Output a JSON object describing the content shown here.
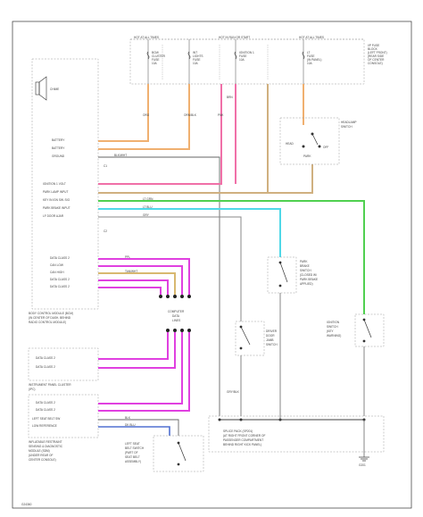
{
  "header": {
    "hot_at_all_times": "HOT AT ALL TIMES",
    "hot_in_run_start": "HOT IN RUN OR START",
    "hot_at_all_times_2": "HOT AT ALL TIMES"
  },
  "fuse_block": [
    "I/P FUSE",
    "BLOCK",
    "(LEFT FRONT)",
    "(REAR SIDE",
    "OF CENTER",
    "CONSOLE)"
  ],
  "fuses": [
    {
      "lines": [
        "BCM/",
        "CLUSTER",
        "FUSE",
        "10A"
      ]
    },
    {
      "lines": [
        "INT",
        "LIGHTS",
        "FUSE",
        "10A"
      ]
    },
    {
      "lines": [
        "IGNITION 1",
        "FUSE",
        "10A"
      ]
    },
    {
      "lines": [
        "LT",
        "FUSE",
        "(IN PANEL)",
        "10A"
      ]
    }
  ],
  "bcm": {
    "chime": "CHIME",
    "inputs": [
      "BATTERY",
      "BATTERY",
      "GROUND",
      "IGNITION 1 VOLT",
      "PARK LAMP INPUT",
      "KEY IN IGN SW. SIG",
      "PARK BRAKE INPUT",
      "LF DOOR AJAR",
      "DATA CLASS 2",
      "CAN LOW",
      "CAN HIGH",
      "DATA CLASS 2",
      "DATA CLASS 2"
    ],
    "name": [
      "BODY CONTROL MODULE (BCM)",
      "(IN CENTER OF DASH, BEHIND",
      "RADIO CONTROL MODULE)"
    ],
    "connectors": [
      "C1",
      "C2"
    ]
  },
  "ipc": {
    "inputs": [
      "DATA CLASS 2",
      "DATA CLASS 2"
    ],
    "name": [
      "INSTRUMENT PANEL CLUSTER",
      "(IPC)"
    ]
  },
  "sdm": {
    "inputs": [
      "DATA CLASS 2",
      "DATA CLASS 2",
      "LEFT SEAT BELT SW",
      "LOW REFERENCE"
    ],
    "name": [
      "INFLATABLE RESTRAINT",
      "SENSING & DIAGNOSTIC",
      "MODULE (SDM)",
      "(UNDER REAR OF",
      "CENTER CONSOLE)"
    ]
  },
  "headlamp_switch": {
    "name": [
      "HEADLAMP",
      "SWITCH"
    ],
    "positions": [
      "HEAD",
      "PARK",
      "OFF"
    ]
  },
  "park_brake_switch": {
    "name": [
      "PARK",
      "BRAKE",
      "SWITCH",
      "(CLOSED W/",
      "PARK BRAKE",
      "APPLIED)"
    ]
  },
  "driver_door_switch": {
    "name": [
      "DRIVER",
      "DOOR",
      "JAMB",
      "SWITCH"
    ]
  },
  "ignition_key_switch": {
    "name": [
      "IGNITION",
      "SWITCH",
      "(KEY",
      "WARNING)"
    ]
  },
  "seat_belt_switch": {
    "name": [
      "LEFT SEAT",
      "BELT SWITCH",
      "(PART OF",
      "SEAT BELT",
      "ASSEMBLY)"
    ]
  },
  "data_link": {
    "name": [
      "COMPUTER",
      "DATA",
      "LINES"
    ]
  },
  "splice_pack": {
    "name": [
      "SPLICE PACK (SP201)",
      "(AT RIGHT FRONT CORNER OF",
      "PASSENGER COMPARTMENT",
      "BEHIND RIGHT KICK PANEL)"
    ],
    "ground": "G201"
  },
  "wire_labels": {
    "org": "ORG",
    "orn_blk": "ORN/BLK",
    "blk_wht": "BLK/WHT",
    "pnk": "PNK",
    "gry": "GRY",
    "lt_blu": "LT BLU",
    "wht": "WHT",
    "ppl": "PPL",
    "tan_wht": "TAN/WHT",
    "blk": "BLK",
    "dk_blu": "DK BLU",
    "brn": "BRN",
    "gry_blk": "GRY/BLK",
    "lt_grn": "LT GRN"
  },
  "figure_id": "G24360",
  "colors": {
    "orange": "#f0b070",
    "pink": "#f070a8",
    "magenta": "#e040e0",
    "cyan": "#50d8e8",
    "green": "#50d050",
    "tan": "#c8b080",
    "blue": "#5070d0"
  }
}
